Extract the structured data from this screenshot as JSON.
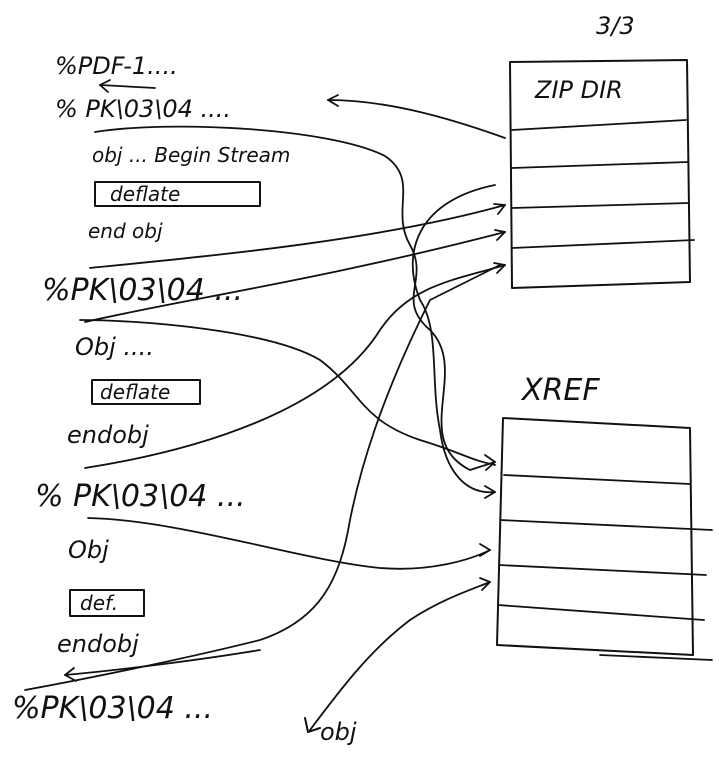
{
  "page_number": "3/3",
  "file_lines": [
    "%PDF-1....",
    "% PK\\03\\04 ....",
    "obj ... Begin Stream",
    "deflate",
    "end obj",
    "%PK\\03\\04 ...",
    "Obj ....",
    "deflate",
    "endobj",
    "% PK\\03\\04 ...",
    "Obj",
    "def.",
    "endobj",
    "%PK\\03\\04 ...",
    "obj"
  ],
  "tables": {
    "zip_dir_label": "ZIP DIR",
    "xref_label": "XREF"
  },
  "ink_color": "#111111"
}
